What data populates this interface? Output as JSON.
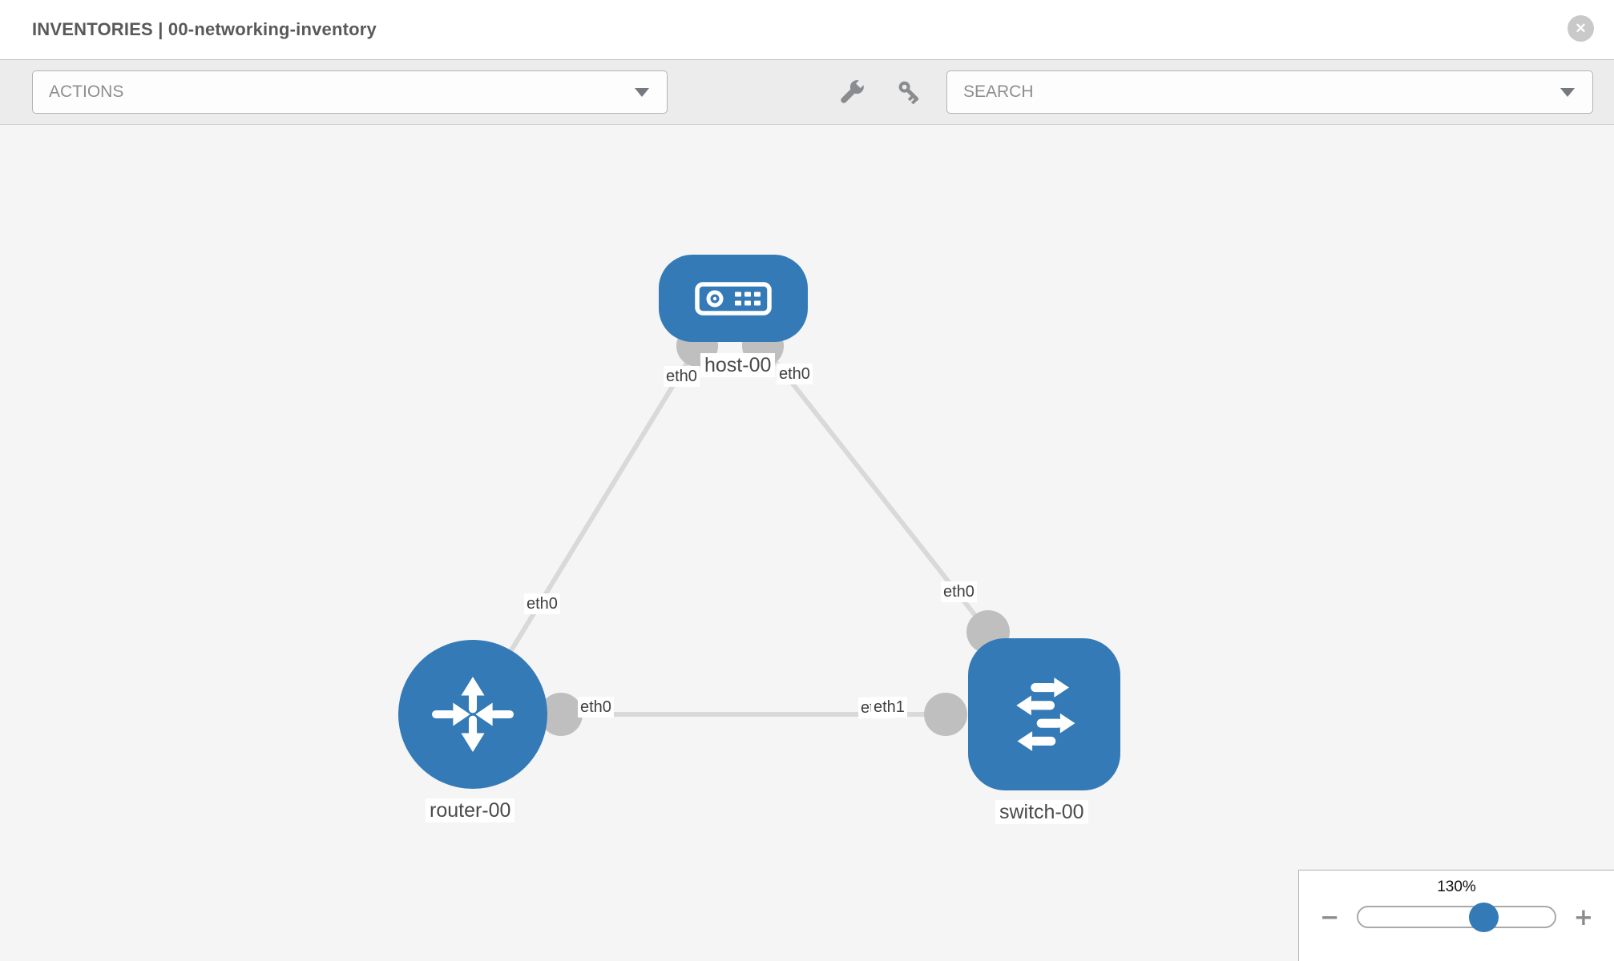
{
  "header": {
    "title": "INVENTORIES | 00-networking-inventory",
    "close_icon_glyph": "✕"
  },
  "toolbar": {
    "actions_dropdown": "ACTIONS",
    "search_dropdown": "SEARCH",
    "icons": {
      "wrench": "wrench-icon",
      "key": "key-icon",
      "caret": "▼"
    }
  },
  "topology": {
    "nodes": [
      {
        "label": "host-00",
        "type": "host",
        "shape": "rounded-rectangle"
      },
      {
        "label": "router-00",
        "type": "router",
        "shape": "circle"
      },
      {
        "label": "switch-00",
        "type": "switch",
        "shape": "rounded-square"
      }
    ],
    "links": [
      {
        "from": "host-00",
        "from_interface": "eth0",
        "to": "router-00",
        "to_interface": "eth0"
      },
      {
        "from": "host-00",
        "from_interface": "eth0",
        "to": "switch-00",
        "to_interface": "eth0"
      },
      {
        "from": "router-00",
        "from_interface": "eth0",
        "to": "switch-00",
        "to_interface": "eth1"
      }
    ],
    "interface_labels": [
      {
        "link": "host-00/router-00",
        "end": "host-00",
        "text": "eth0"
      },
      {
        "link": "host-00/router-00",
        "end": "router-00",
        "text": "eth0"
      },
      {
        "link": "host-00/switch-00",
        "end": "host-00",
        "text": "eth0"
      },
      {
        "link": "host-00/switch-00",
        "end": "switch-00",
        "text": "eth0"
      },
      {
        "link": "router-00/switch-00",
        "end": "router-00",
        "text": "eth0"
      },
      {
        "link": "router-00/switch-00",
        "end": "switch-00",
        "text": "eth0"
      },
      {
        "link": "router-00/switch-00",
        "end": "switch-00",
        "text": "eth1"
      }
    ],
    "colors": {
      "node_fill": "#337ab7",
      "link": "#d9d9d9",
      "connector": "#bfbfbf",
      "canvas_background": "#f5f5f5"
    }
  },
  "zoom_control": {
    "value": "130%",
    "percent": 130,
    "minus_glyph": "−",
    "plus_glyph": "+"
  }
}
